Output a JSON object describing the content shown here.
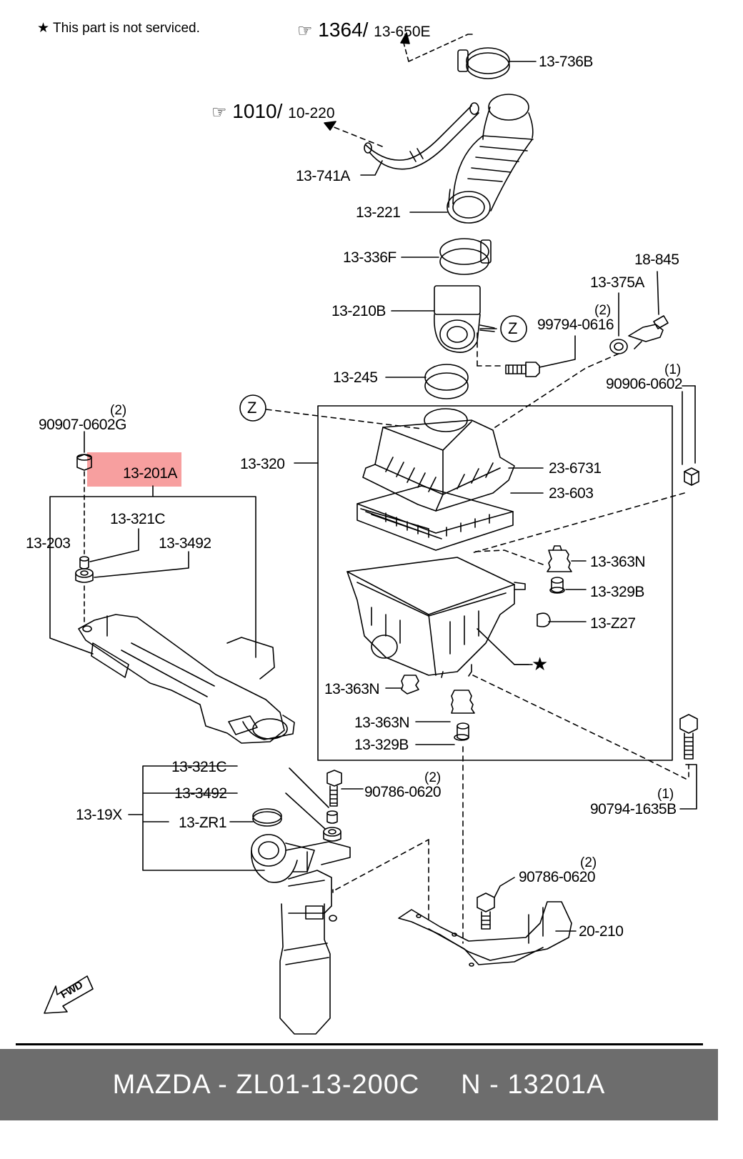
{
  "note": {
    "star": "★",
    "text": "This part is not serviced."
  },
  "references": [
    {
      "id": "ref-1364",
      "main": "1364",
      "sub": "13-650E"
    },
    {
      "id": "ref-1010",
      "main": "1010",
      "sub": "10-220"
    }
  ],
  "parts": [
    {
      "id": "13-736B",
      "text": "13-736B"
    },
    {
      "id": "13-741A",
      "text": "13-741A"
    },
    {
      "id": "13-221",
      "text": "13-221"
    },
    {
      "id": "13-336F",
      "text": "13-336F"
    },
    {
      "id": "18-845",
      "text": "18-845"
    },
    {
      "id": "13-375A",
      "text": "13-375A"
    },
    {
      "id": "13-210B",
      "text": "13-210B"
    },
    {
      "id": "99794-0616",
      "text": "99794-0616"
    },
    {
      "id": "13-245",
      "text": "13-245"
    },
    {
      "id": "90906-0602",
      "text": "90906-0602"
    },
    {
      "id": "90907-0602G",
      "text": "90907-0602G"
    },
    {
      "id": "13-201A",
      "text": "13-201A"
    },
    {
      "id": "13-320",
      "text": "13-320"
    },
    {
      "id": "23-6731",
      "text": "23-6731"
    },
    {
      "id": "23-603",
      "text": "23-603"
    },
    {
      "id": "13-321C-a",
      "text": "13-321C"
    },
    {
      "id": "13-203",
      "text": "13-203"
    },
    {
      "id": "13-3492-a",
      "text": "13-3492"
    },
    {
      "id": "13-363N-a",
      "text": "13-363N"
    },
    {
      "id": "13-329B-a",
      "text": "13-329B"
    },
    {
      "id": "13-Z27",
      "text": "13-Z27"
    },
    {
      "id": "13-363N-b",
      "text": "13-363N"
    },
    {
      "id": "13-363N-c",
      "text": "13-363N"
    },
    {
      "id": "13-329B-b",
      "text": "13-329B"
    },
    {
      "id": "13-321C-b",
      "text": "13-321C"
    },
    {
      "id": "13-3492-b",
      "text": "13-3492"
    },
    {
      "id": "90786-0620-a",
      "text": "90786-0620"
    },
    {
      "id": "13-19X",
      "text": "13-19X"
    },
    {
      "id": "13-ZR1",
      "text": "13-ZR1"
    },
    {
      "id": "90794-1635B",
      "text": "90794-1635B"
    },
    {
      "id": "90786-0620-b",
      "text": "90786-0620"
    },
    {
      "id": "20-210",
      "text": "20-210"
    }
  ],
  "quantities": [
    {
      "id": "qty-99794",
      "text": "(2)"
    },
    {
      "id": "qty-90906",
      "text": "(1)"
    },
    {
      "id": "qty-90907",
      "text": "(2)"
    },
    {
      "id": "qty-90786-a",
      "text": "(2)"
    },
    {
      "id": "qty-90794",
      "text": "(1)"
    },
    {
      "id": "qty-90786-b",
      "text": "(2)"
    }
  ],
  "markers": {
    "z1": "Z",
    "z2": "Z",
    "star": "★",
    "fwd": "FWD"
  },
  "footer": {
    "text": "MAZDA - ZL01-13-200C     N - 13201A"
  },
  "colors": {
    "highlight": "#f05050",
    "footer_bg": "#6d6d6d",
    "footer_text": "#ffffff"
  }
}
